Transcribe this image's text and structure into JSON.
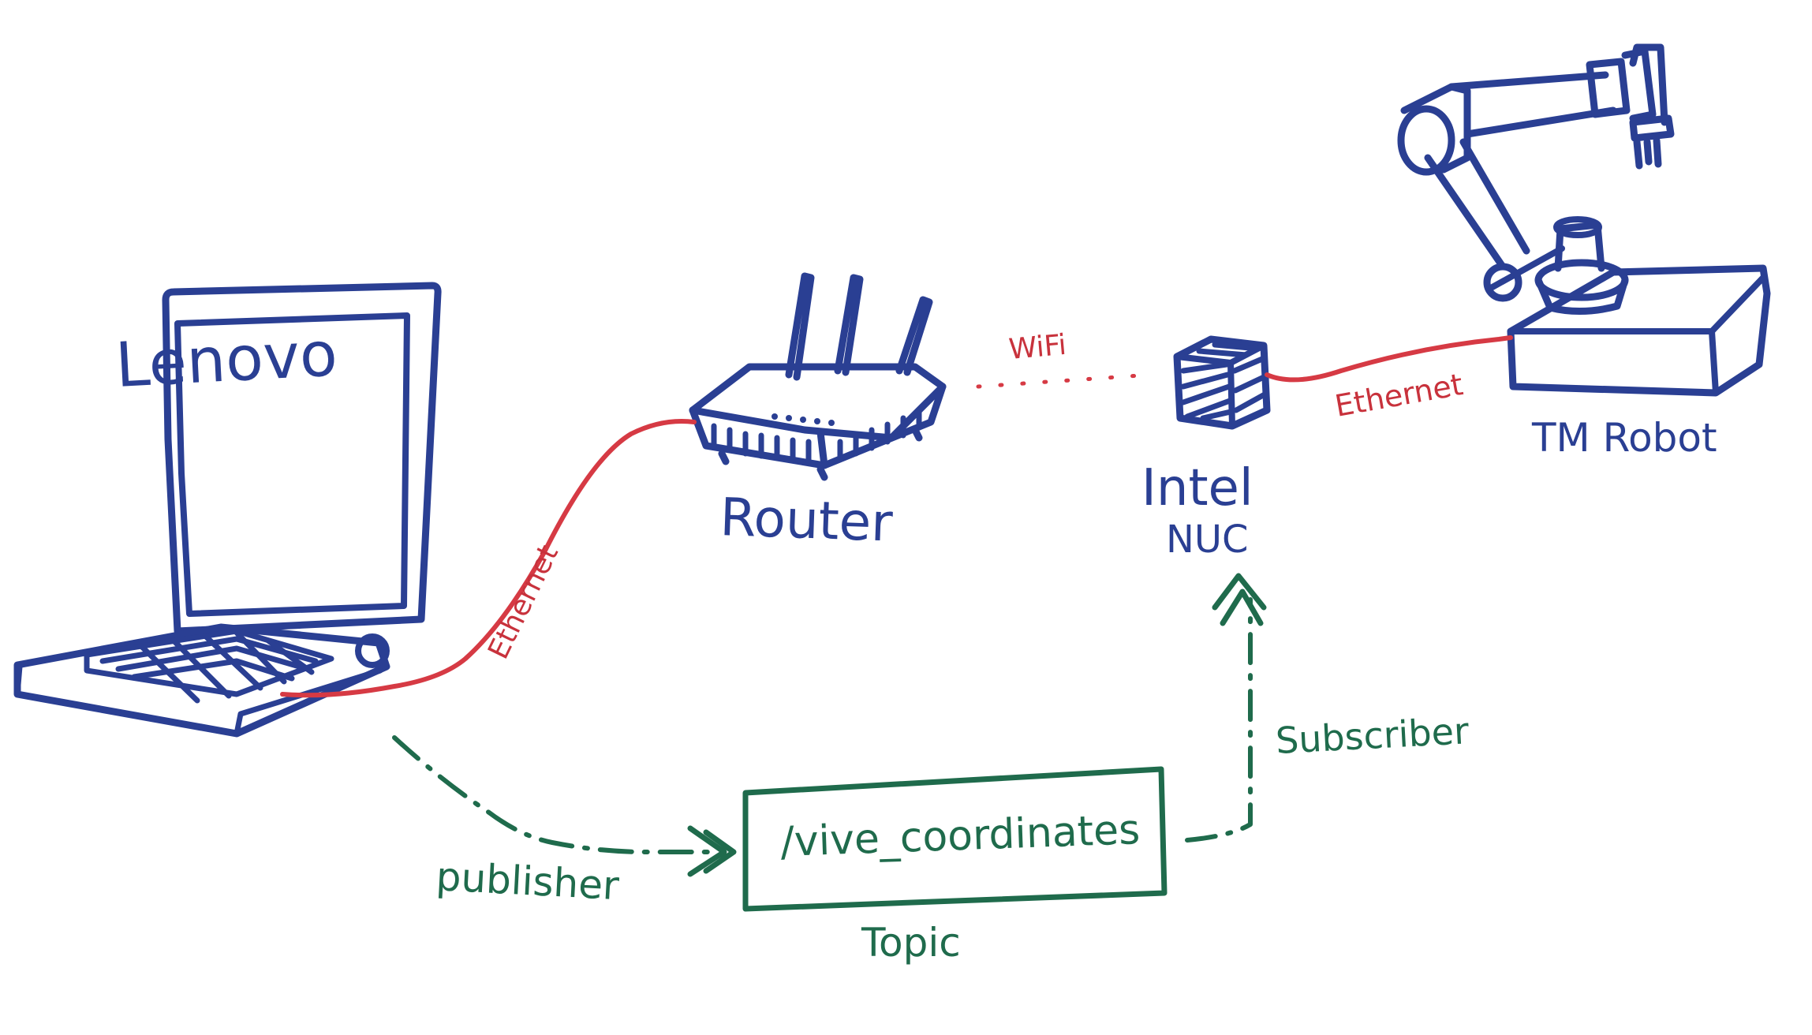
{
  "labels": {
    "laptop": "Lenovo",
    "router": "Router",
    "nuc_line1": "Intel",
    "nuc_line2": "NUC",
    "robot": "TM Robot",
    "ethernet_left": "Ethernet",
    "ethernet_right": "Ethernet",
    "wifi": "WiFi",
    "topic_name": "/vive_coordinates",
    "topic_caption": "Topic",
    "publisher": "publisher",
    "subscriber": "Subscriber"
  },
  "colors": {
    "hardware_ink": "#2a3f93",
    "link_ink": "#d63a44",
    "ros_ink": "#1f6b4c",
    "background": "#ffffff"
  },
  "icons": {
    "laptop": "laptop-icon",
    "router": "router-icon",
    "nuc": "mini-pc-icon",
    "robot": "robot-arm-icon"
  }
}
